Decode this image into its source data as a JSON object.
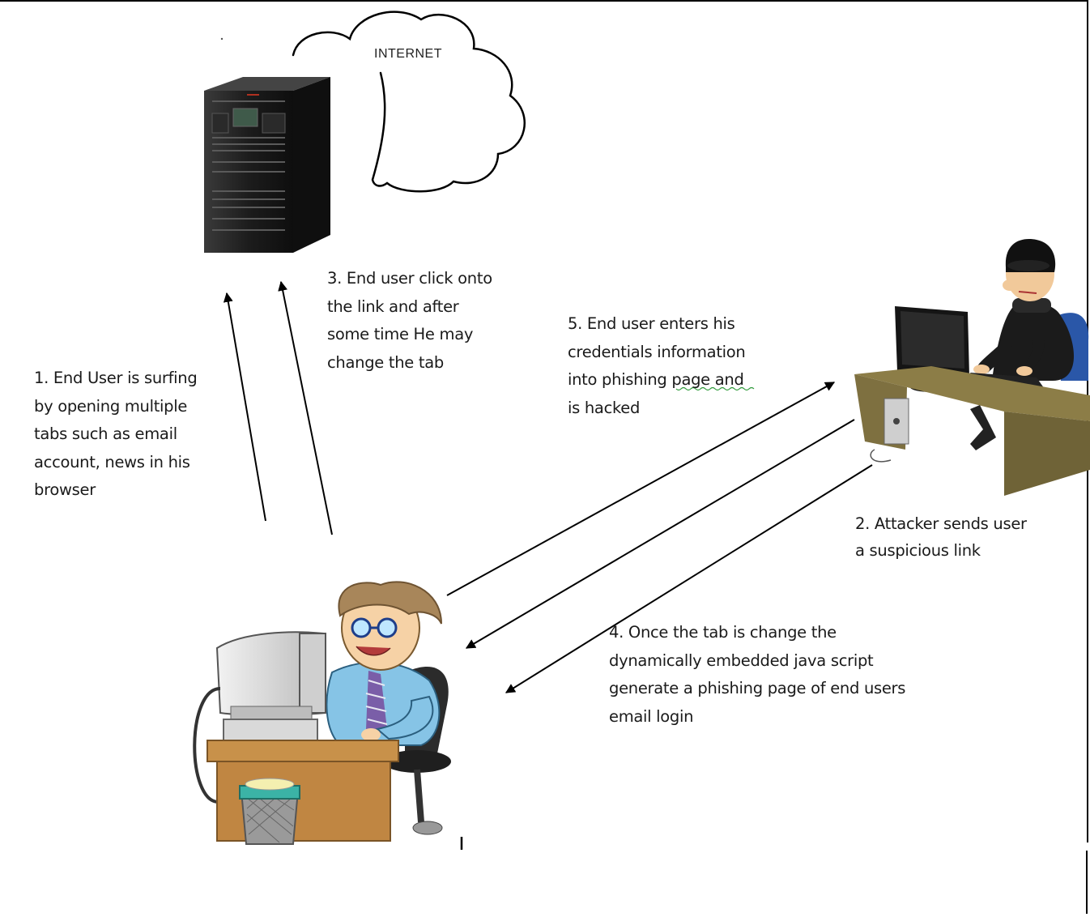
{
  "labels": {
    "internet": "INTERNET"
  },
  "steps": {
    "step1": "1. End User is surfing\nby opening multiple\ntabs such as email\naccount, news in his\nbrowser",
    "step2": "2. Attacker sends user\na suspicious link",
    "step3": "3. End user click onto\nthe link and after\nsome time He may\nchange the tab",
    "step4": "4. Once the tab is change the\ndynamically embedded java script\ngenerate a phishing page of end users\nemail login",
    "step5": "5. End user enters his\ncredentials information\ninto phishing page  and\nis hacked"
  },
  "colors": {
    "frame": "#000000",
    "arrow": "#000000",
    "server": "#1e1e1e",
    "desk": "#c8914a",
    "attacker_desk": "#8a7a45",
    "user_shirt": "#86c4e6"
  }
}
